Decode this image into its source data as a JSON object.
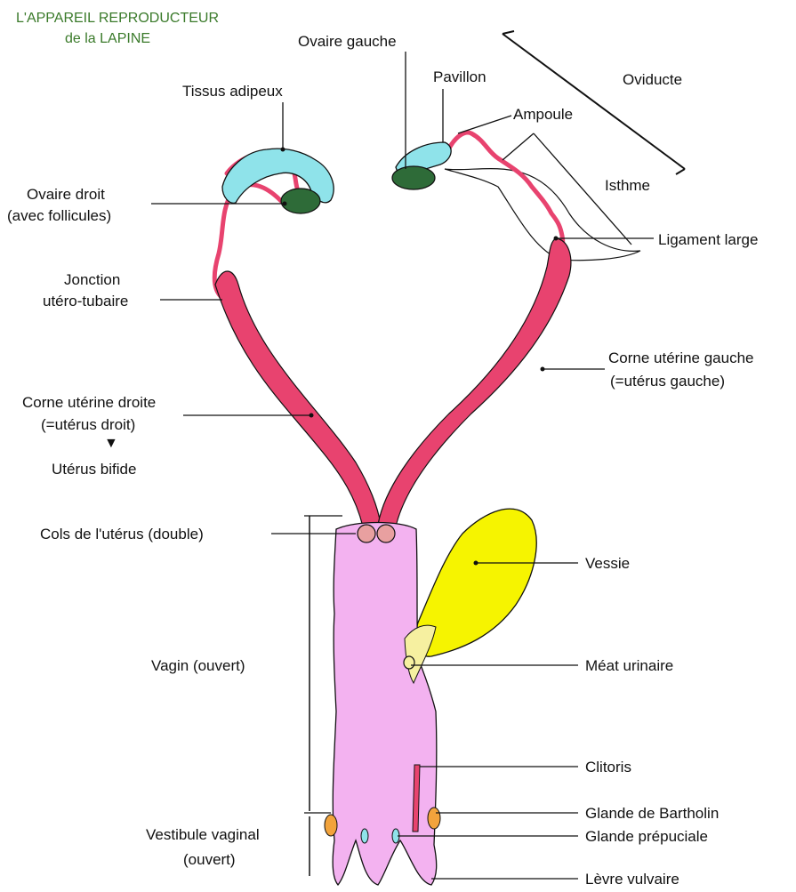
{
  "title": {
    "line1": "L'APPAREIL REPRODUCTEUR",
    "line2": "de la LAPINE"
  },
  "labels": {
    "ovaire_gauche": "Ovaire gauche",
    "tissus_adipeux": "Tissus adipeux",
    "pavillon": "Pavillon",
    "oviducte": "Oviducte",
    "ampoule": "Ampoule",
    "ovaire_droit_1": "Ovaire droit",
    "ovaire_droit_2": "(avec follicules)",
    "isthme": "Isthme",
    "ligament_large": "Ligament large",
    "jonction_1": "Jonction",
    "jonction_2": "utéro-tubaire",
    "corne_gauche_1": "Corne utérine gauche",
    "corne_gauche_2": "(=utérus gauche)",
    "corne_droite_1": "Corne utérine droite",
    "corne_droite_2": "(=utérus droit)",
    "uterus_bifide": "Utérus bifide",
    "cols": "Cols de l'utérus (double)",
    "vessie": "Vessie",
    "vagin": "Vagin (ouvert)",
    "meat": "Méat urinaire",
    "clitoris": "Clitoris",
    "vestibule_1": "Vestibule vaginal",
    "vestibule_2": "(ouvert)",
    "bartholin": "Glande de Bartholin",
    "preputiale": "Glande prépuciale",
    "levre": "Lèvre vulvaire"
  },
  "colors": {
    "uterus": "#e8436f",
    "fat": "#8fe3ea",
    "ovary": "#2e6b38",
    "vagina": "#f3b2f0",
    "bladder": "#f6f400",
    "meatus": "#f6f0a0",
    "cervix": "#e8a0a0",
    "gland": "#f2a33c",
    "title": "#3a7a2a"
  }
}
